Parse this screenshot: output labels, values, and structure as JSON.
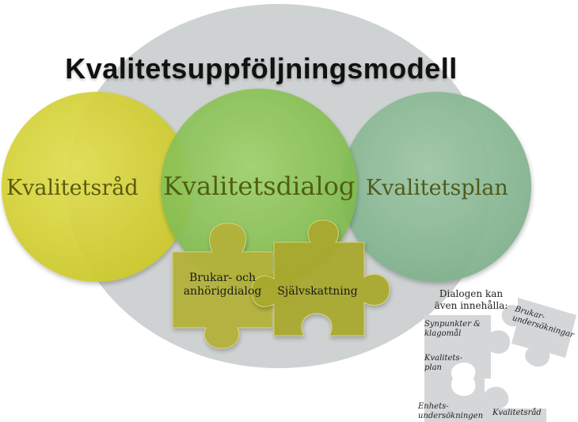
{
  "title": "Kvalitetsuppföljningsmodell",
  "circles": {
    "left": "Kvalitetsråd",
    "center": "Kvalitetsdialog",
    "right": "Kvalitetsplan"
  },
  "puzzle": {
    "brukar": "Brukar- och anhörigdialog",
    "sjalv": "Självskattning"
  },
  "side": {
    "intro": "Dialogen kan även innehålla:",
    "synpunkter": "Synpunkter & klagomål",
    "kvalitetsplan": "Kvalitets- plan",
    "brukarundersokningar": "Brukar- undersökningar",
    "enhetsundersokningen": "Enhets- undersökningen",
    "kvalitetsrad": "Kvalitetsråd"
  },
  "colors": {
    "background_ellipse": "#cfd2d2",
    "left_circle": "#d6d33a",
    "center_circle": "#8dc65a",
    "right_circle": "#88b896",
    "puzzle_fill": "#b3b23a",
    "side_puzzle_fill": "#d4d6d8"
  }
}
